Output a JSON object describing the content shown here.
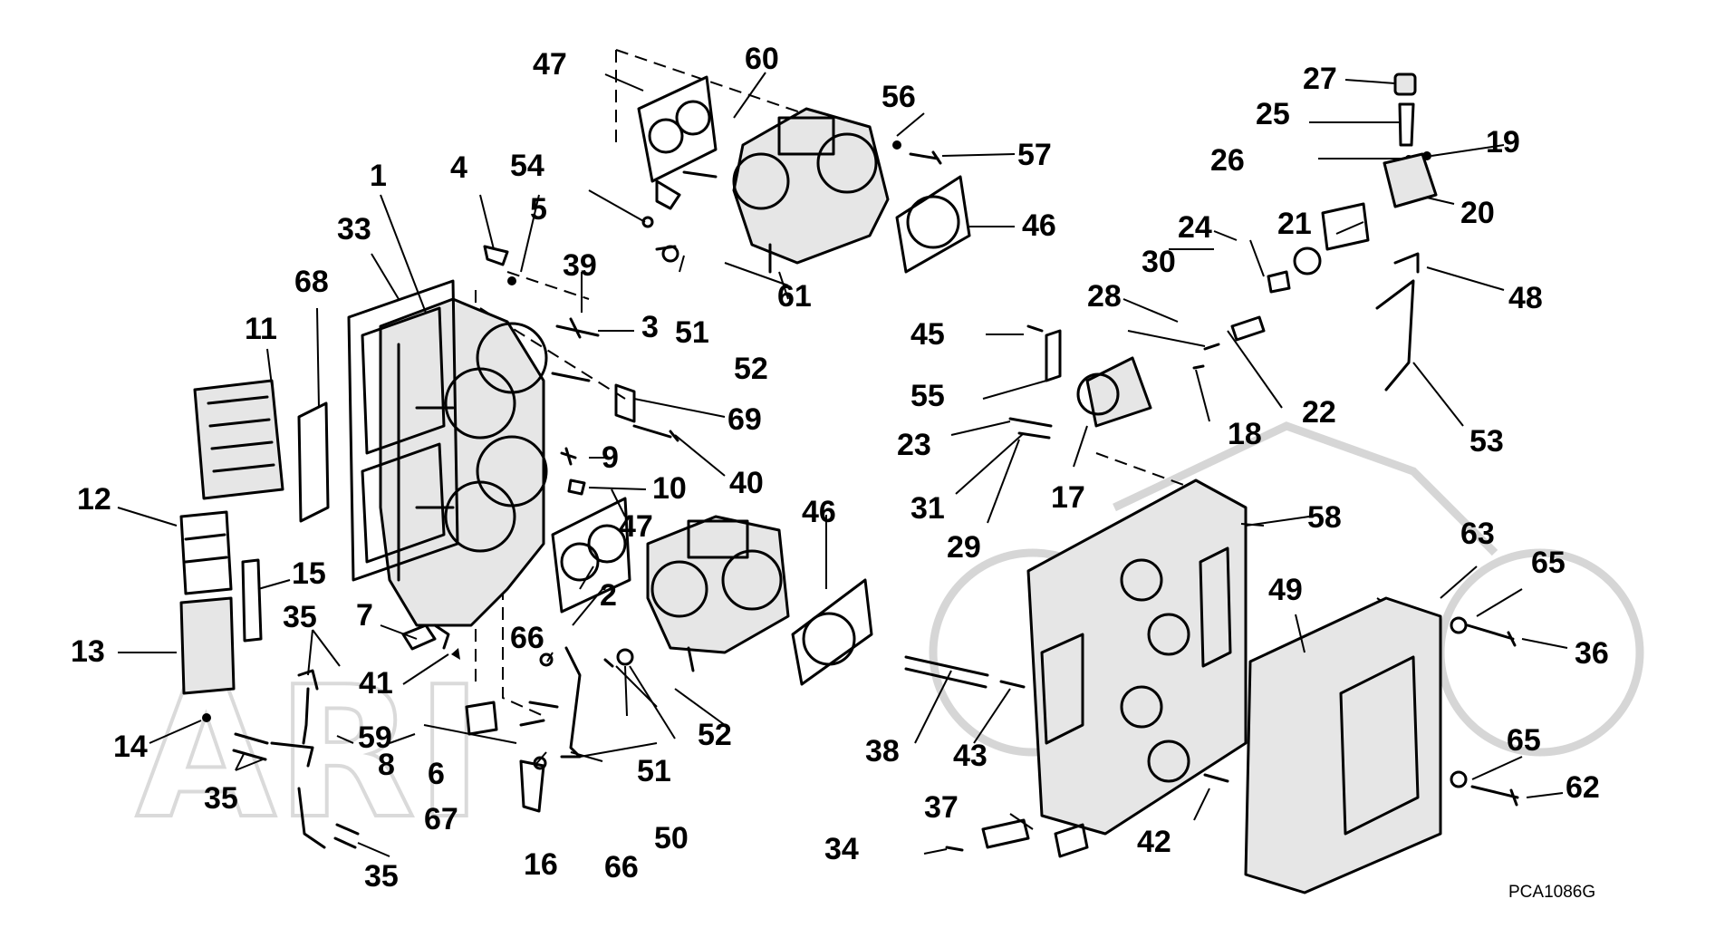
{
  "diagram": {
    "drawing_code": "PCA1086G",
    "watermark_text": "ARI"
  },
  "callouts": [
    {
      "id": "c1",
      "text": "1"
    },
    {
      "id": "c2",
      "text": "2"
    },
    {
      "id": "c3",
      "text": "3"
    },
    {
      "id": "c4",
      "text": "4"
    },
    {
      "id": "c5",
      "text": "5"
    },
    {
      "id": "c6",
      "text": "6"
    },
    {
      "id": "c7",
      "text": "7"
    },
    {
      "id": "c8",
      "text": "8"
    },
    {
      "id": "c9",
      "text": "9"
    },
    {
      "id": "c10",
      "text": "10"
    },
    {
      "id": "c11",
      "text": "11"
    },
    {
      "id": "c12",
      "text": "12"
    },
    {
      "id": "c13",
      "text": "13"
    },
    {
      "id": "c14",
      "text": "14"
    },
    {
      "id": "c15",
      "text": "15"
    },
    {
      "id": "c16",
      "text": "16"
    },
    {
      "id": "c17",
      "text": "17"
    },
    {
      "id": "c18",
      "text": "18"
    },
    {
      "id": "c19",
      "text": "19"
    },
    {
      "id": "c20",
      "text": "20"
    },
    {
      "id": "c21",
      "text": "21"
    },
    {
      "id": "c22",
      "text": "22"
    },
    {
      "id": "c23",
      "text": "23"
    },
    {
      "id": "c24",
      "text": "24"
    },
    {
      "id": "c25",
      "text": "25"
    },
    {
      "id": "c26",
      "text": "26"
    },
    {
      "id": "c27",
      "text": "27"
    },
    {
      "id": "c28",
      "text": "28"
    },
    {
      "id": "c29",
      "text": "29"
    },
    {
      "id": "c30",
      "text": "30"
    },
    {
      "id": "c31",
      "text": "31"
    },
    {
      "id": "c33",
      "text": "33"
    },
    {
      "id": "c34",
      "text": "34"
    },
    {
      "id": "c35a",
      "text": "35"
    },
    {
      "id": "c35b",
      "text": "35"
    },
    {
      "id": "c35c",
      "text": "35"
    },
    {
      "id": "c36",
      "text": "36"
    },
    {
      "id": "c37",
      "text": "37"
    },
    {
      "id": "c38",
      "text": "38"
    },
    {
      "id": "c39",
      "text": "39"
    },
    {
      "id": "c40",
      "text": "40"
    },
    {
      "id": "c41",
      "text": "41"
    },
    {
      "id": "c42",
      "text": "42"
    },
    {
      "id": "c43",
      "text": "43"
    },
    {
      "id": "c45",
      "text": "45"
    },
    {
      "id": "c46a",
      "text": "46"
    },
    {
      "id": "c46b",
      "text": "46"
    },
    {
      "id": "c47a",
      "text": "47"
    },
    {
      "id": "c47b",
      "text": "47"
    },
    {
      "id": "c48",
      "text": "48"
    },
    {
      "id": "c49",
      "text": "49"
    },
    {
      "id": "c50",
      "text": "50"
    },
    {
      "id": "c51a",
      "text": "51"
    },
    {
      "id": "c51b",
      "text": "51"
    },
    {
      "id": "c52a",
      "text": "52"
    },
    {
      "id": "c52b",
      "text": "52"
    },
    {
      "id": "c53",
      "text": "53"
    },
    {
      "id": "c54",
      "text": "54"
    },
    {
      "id": "c55",
      "text": "55"
    },
    {
      "id": "c56",
      "text": "56"
    },
    {
      "id": "c57",
      "text": "57"
    },
    {
      "id": "c58",
      "text": "58"
    },
    {
      "id": "c59",
      "text": "59"
    },
    {
      "id": "c60",
      "text": "60"
    },
    {
      "id": "c61",
      "text": "61"
    },
    {
      "id": "c62",
      "text": "62"
    },
    {
      "id": "c63",
      "text": "63"
    },
    {
      "id": "c65a",
      "text": "65"
    },
    {
      "id": "c65b",
      "text": "65"
    },
    {
      "id": "c66a",
      "text": "66"
    },
    {
      "id": "c66b",
      "text": "66"
    },
    {
      "id": "c67",
      "text": "67"
    },
    {
      "id": "c68",
      "text": "68"
    },
    {
      "id": "c69",
      "text": "69"
    }
  ]
}
